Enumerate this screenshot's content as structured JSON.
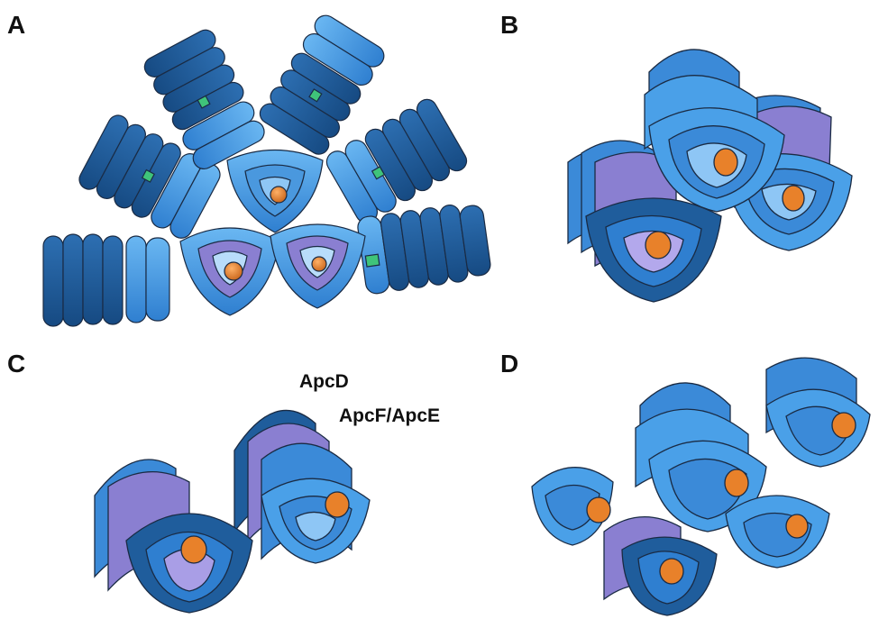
{
  "panels": [
    {
      "label": "A"
    },
    {
      "label": "B"
    },
    {
      "label": "C",
      "annotations": [
        "ApcD",
        "ApcF/ApcE"
      ]
    },
    {
      "label": "D"
    }
  ],
  "colors": {
    "dark_blue": "#1f5d9c",
    "mid_blue": "#2f7fd0",
    "light_blue": "#4aa0e8",
    "purple": "#8a7fd1",
    "orange": "#e8812a",
    "green": "#3fc47a",
    "outline": "#1a2b44"
  }
}
